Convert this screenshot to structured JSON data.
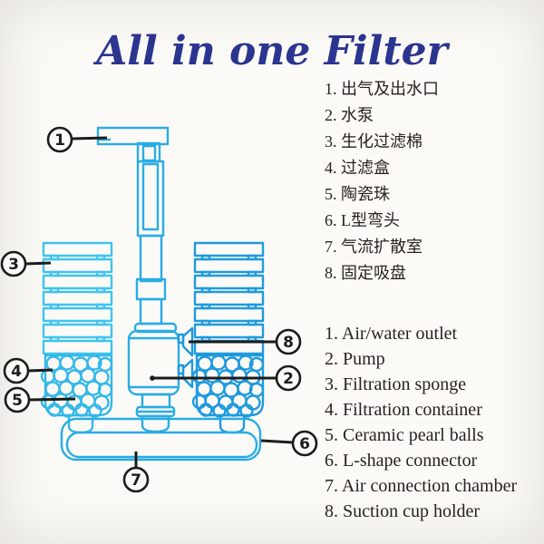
{
  "title": "All in one Filter",
  "diagram": {
    "description": "aquarium all-in-one sponge filter line drawing",
    "callouts": {
      "c1": "1",
      "c2": "2",
      "c3": "3",
      "c4": "4",
      "c5": "5",
      "c6": "6",
      "c7": "7",
      "c8": "8"
    }
  },
  "labels_cn": {
    "items": [
      "1. 出气及出水口",
      "2. 水泵",
      "3. 生化过滤棉",
      "4. 过滤盒",
      "5. 陶瓷珠",
      "6. L型弯头",
      "7. 气流扩散室",
      "8. 固定吸盘"
    ]
  },
  "labels_en": {
    "items": [
      "1. Air/water outlet",
      "2. Pump",
      "3. Filtration sponge",
      "4. Filtration container",
      "5. Ceramic pearl balls",
      "6. L-shape connector",
      "7. Air connection chamber",
      "8. Suction cup holder"
    ]
  },
  "colors": {
    "title_navy": "#2b3590",
    "cyan_light": "#3fc4ee",
    "cyan_mid": "#29ace4",
    "cyan_deep": "#1f9ade",
    "callout_black": "#1c1c1c",
    "text": "#272220",
    "background": "#fbfaf6"
  }
}
